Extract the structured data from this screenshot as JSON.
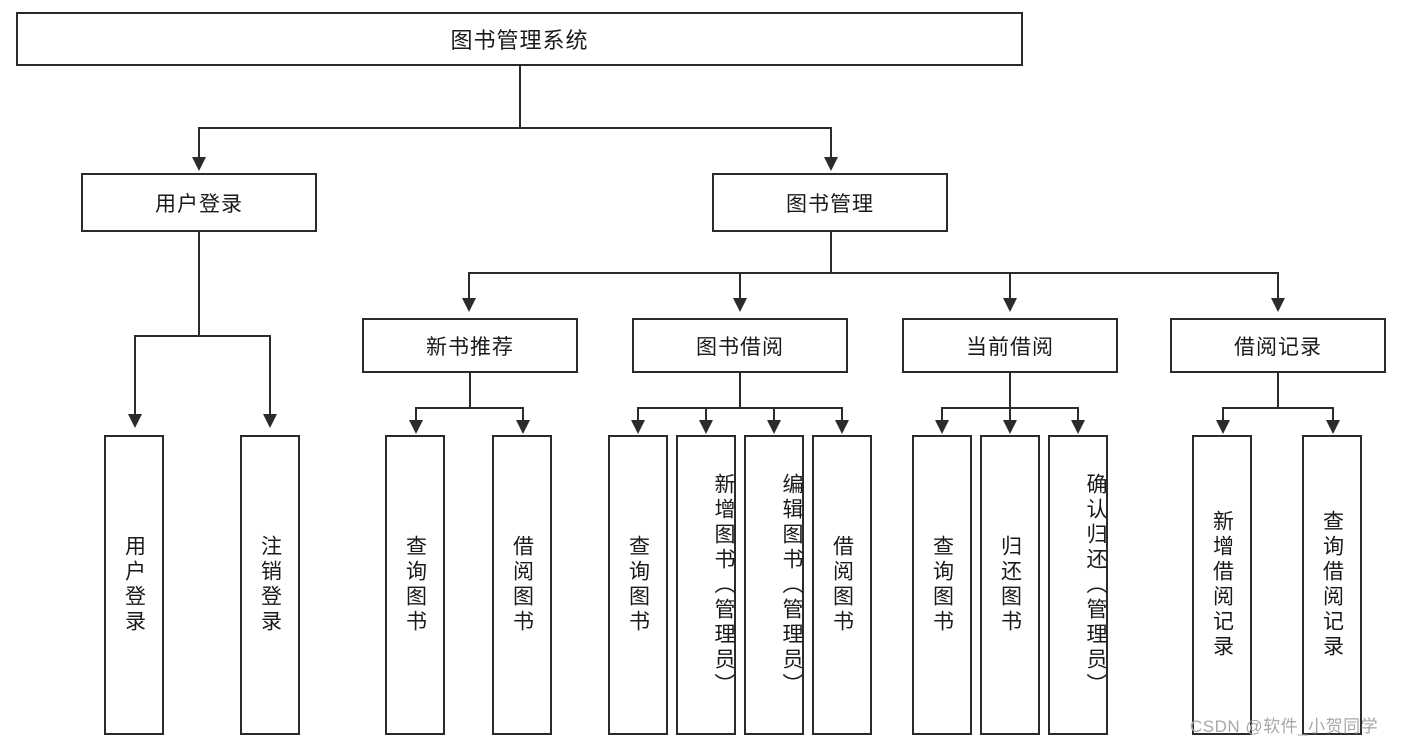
{
  "diagram": {
    "type": "tree",
    "title": "图书管理系统",
    "root": {
      "label": "图书管理系统"
    },
    "level2": [
      {
        "label": "用户登录"
      },
      {
        "label": "图书管理"
      }
    ],
    "level3": [
      {
        "label": "新书推荐"
      },
      {
        "label": "图书借阅"
      },
      {
        "label": "当前借阅"
      },
      {
        "label": "借阅记录"
      }
    ],
    "leaves": {
      "user_login": [
        {
          "label": "用户登录"
        },
        {
          "label": "注销登录"
        }
      ],
      "new_book_recommend": [
        {
          "label": "查询图书"
        },
        {
          "label": "借阅图书"
        }
      ],
      "book_borrow": [
        {
          "label": "查询图书"
        },
        {
          "label": "新增图书（管理员）"
        },
        {
          "label": "编辑图书（管理员）"
        },
        {
          "label": "借阅图书"
        }
      ],
      "current_borrow": [
        {
          "label": "查询图书"
        },
        {
          "label": "归还图书"
        },
        {
          "label": "确认归还（管理员）"
        }
      ],
      "borrow_record": [
        {
          "label": "新增借阅记录"
        },
        {
          "label": "查询借阅记录"
        }
      ]
    }
  },
  "watermark": {
    "text": "CSDN @软件_小贺同学"
  },
  "colors": {
    "stroke": "#2b2b2b",
    "background": "#ffffff",
    "text": "#1a1a1a",
    "watermark": "#a8a8a8"
  }
}
